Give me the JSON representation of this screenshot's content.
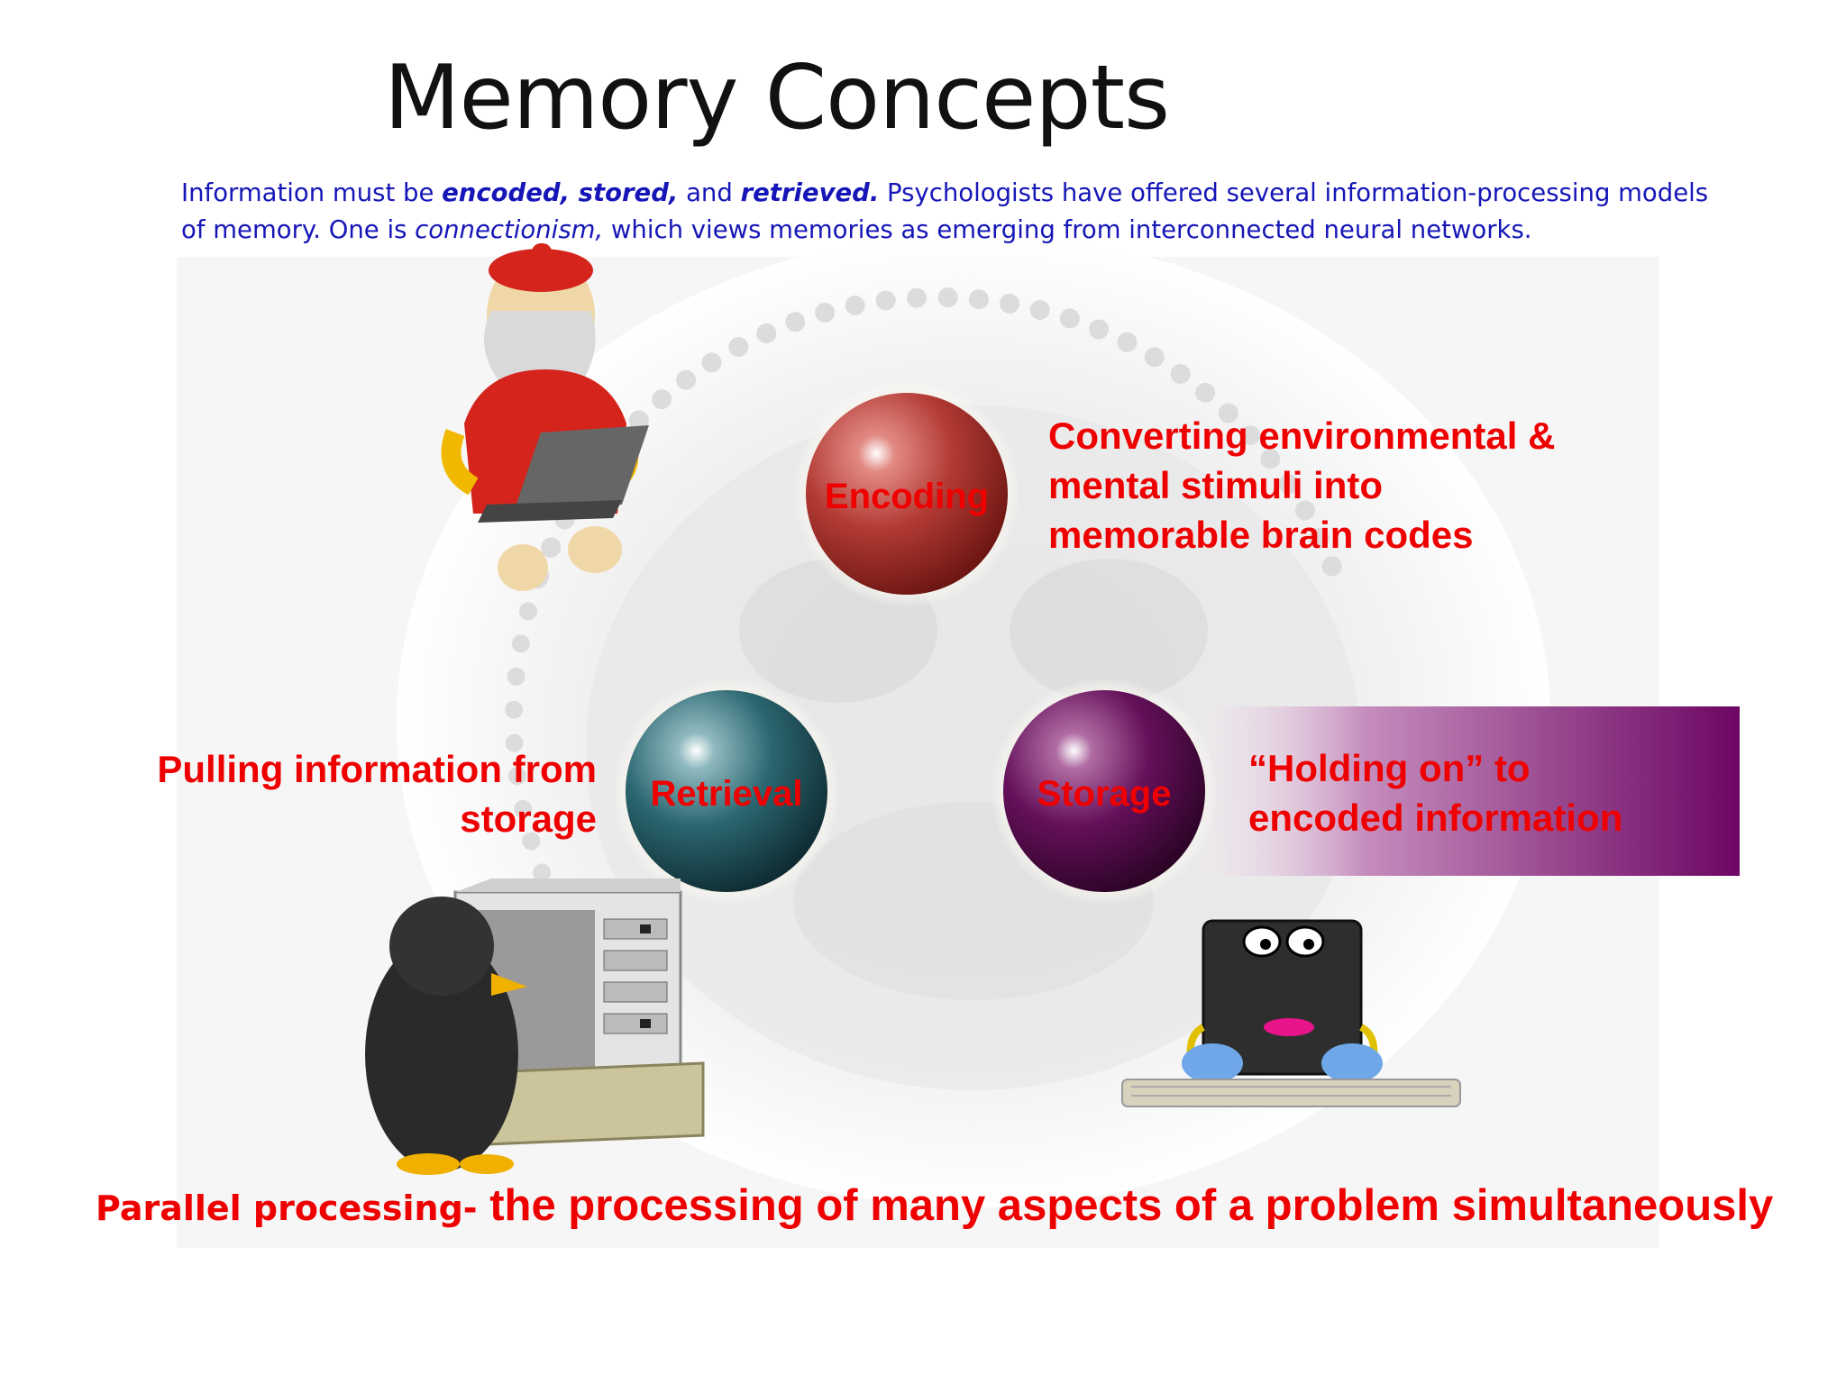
{
  "slide": {
    "title": "Memory Concepts",
    "intro": {
      "t1": "Information must be ",
      "b1": "encoded, stored,",
      "t2": " and ",
      "b2": "retrieved.",
      "t3": " Psychologists have offered several information-processing models of memory. One is ",
      "i1": "connectionism,",
      "t4": " which views memories as emerging from interconnected neural networks."
    }
  },
  "stages": {
    "encoding": {
      "label": "Encoding",
      "description_lines": [
        "Converting environmental &",
        "mental stimuli into",
        "memorable brain codes"
      ]
    },
    "retrieval": {
      "label": "Retrieval",
      "description_lines": [
        "Pulling information from",
        "storage"
      ]
    },
    "storage": {
      "label": "Storage",
      "description_lines": [
        "“Holding on” to",
        "encoded information"
      ]
    }
  },
  "footer": {
    "term": "Parallel processing-",
    "definition": " the processing of many aspects of a problem simultaneously"
  },
  "colors": {
    "accent_red": "#ee0000",
    "intro_blue": "#1616b8",
    "encoding_ball": "#a8302c",
    "retrieval_ball": "#1f5560",
    "storage_ball": "#5a0a4a",
    "storage_banner": "#7a0a6a"
  },
  "icons": {
    "encoding_clipart": "old-man-with-laptop-icon",
    "retrieval_clipart": "penguin-with-computer-icon",
    "storage_clipart": "computer-with-face-typing-icon"
  }
}
